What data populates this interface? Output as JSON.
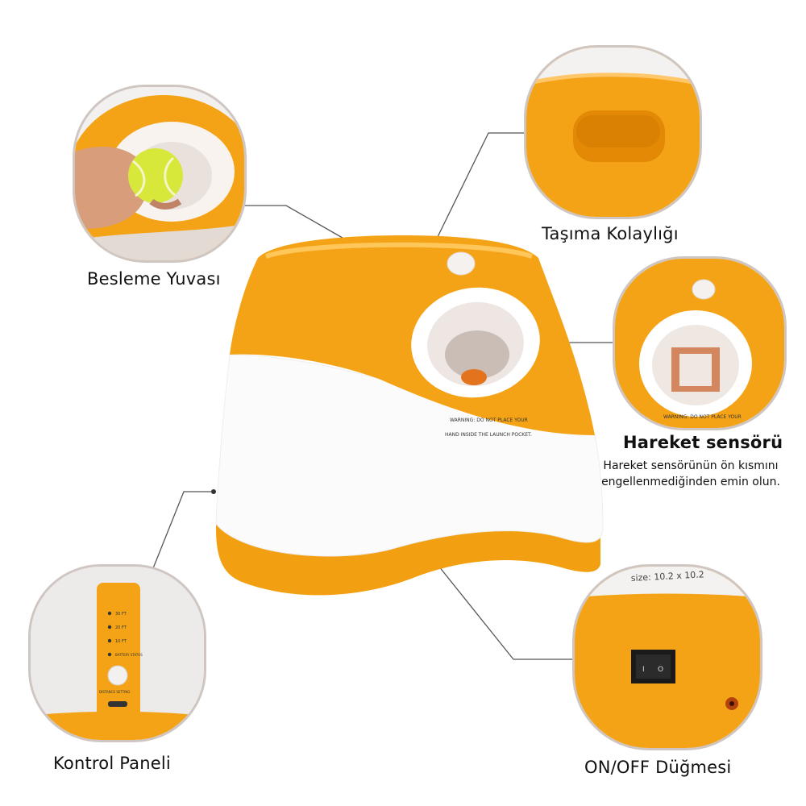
{
  "labels": {
    "feeder": "Besleme Yuvası",
    "carry": "Taşıma Kolaylığı",
    "sensor": "Hareket sensörü",
    "sensor_note_1": "Hareket sensörünün ön kısmını",
    "sensor_note_2": "engellenmediğinden emin olun.",
    "control": "Kontrol Paneli",
    "switch": "ON/OFF Düğmesi"
  },
  "product_text": {
    "warning_1": "WARNING: DO NOT PLACE YOUR",
    "warning_2": "HAND INSIDE THE LAUNCH POCKET.",
    "panel_30": "30 FT",
    "panel_20": "20 FT",
    "panel_10": "10 FT",
    "panel_battery": "BATTERY STATUS",
    "panel_distance": "DISTANCE SETTING",
    "size_text": "size: 10.2 x 10.2",
    "switch_on": "I",
    "switch_off": "O"
  },
  "colors": {
    "orange": "#f5a316",
    "orange_dark": "#e08b05",
    "white": "#ffffff",
    "bubble_border": "#cfc6c2",
    "ball": "#d8e83a"
  }
}
